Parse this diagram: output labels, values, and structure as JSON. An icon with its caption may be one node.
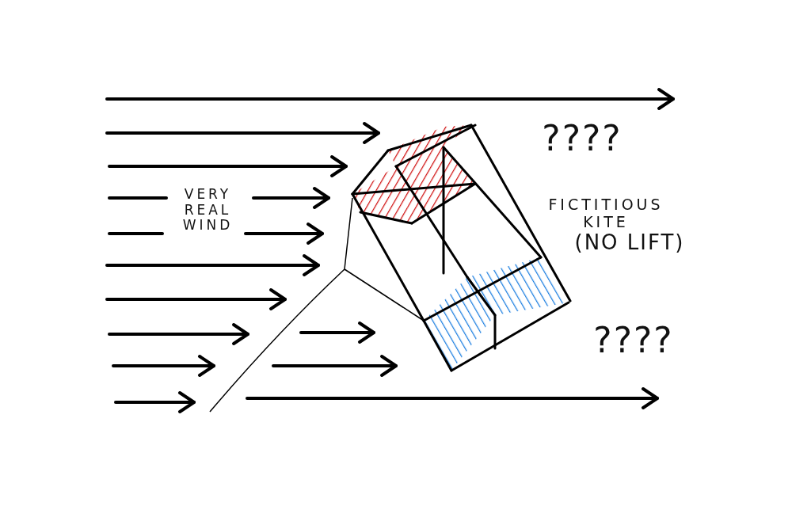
{
  "diagram": {
    "labels": [
      "VERY REAL WIND",
      "????",
      "FICTITIOUS KITE",
      "(NO LIFT)",
      "????"
    ]
  }
}
